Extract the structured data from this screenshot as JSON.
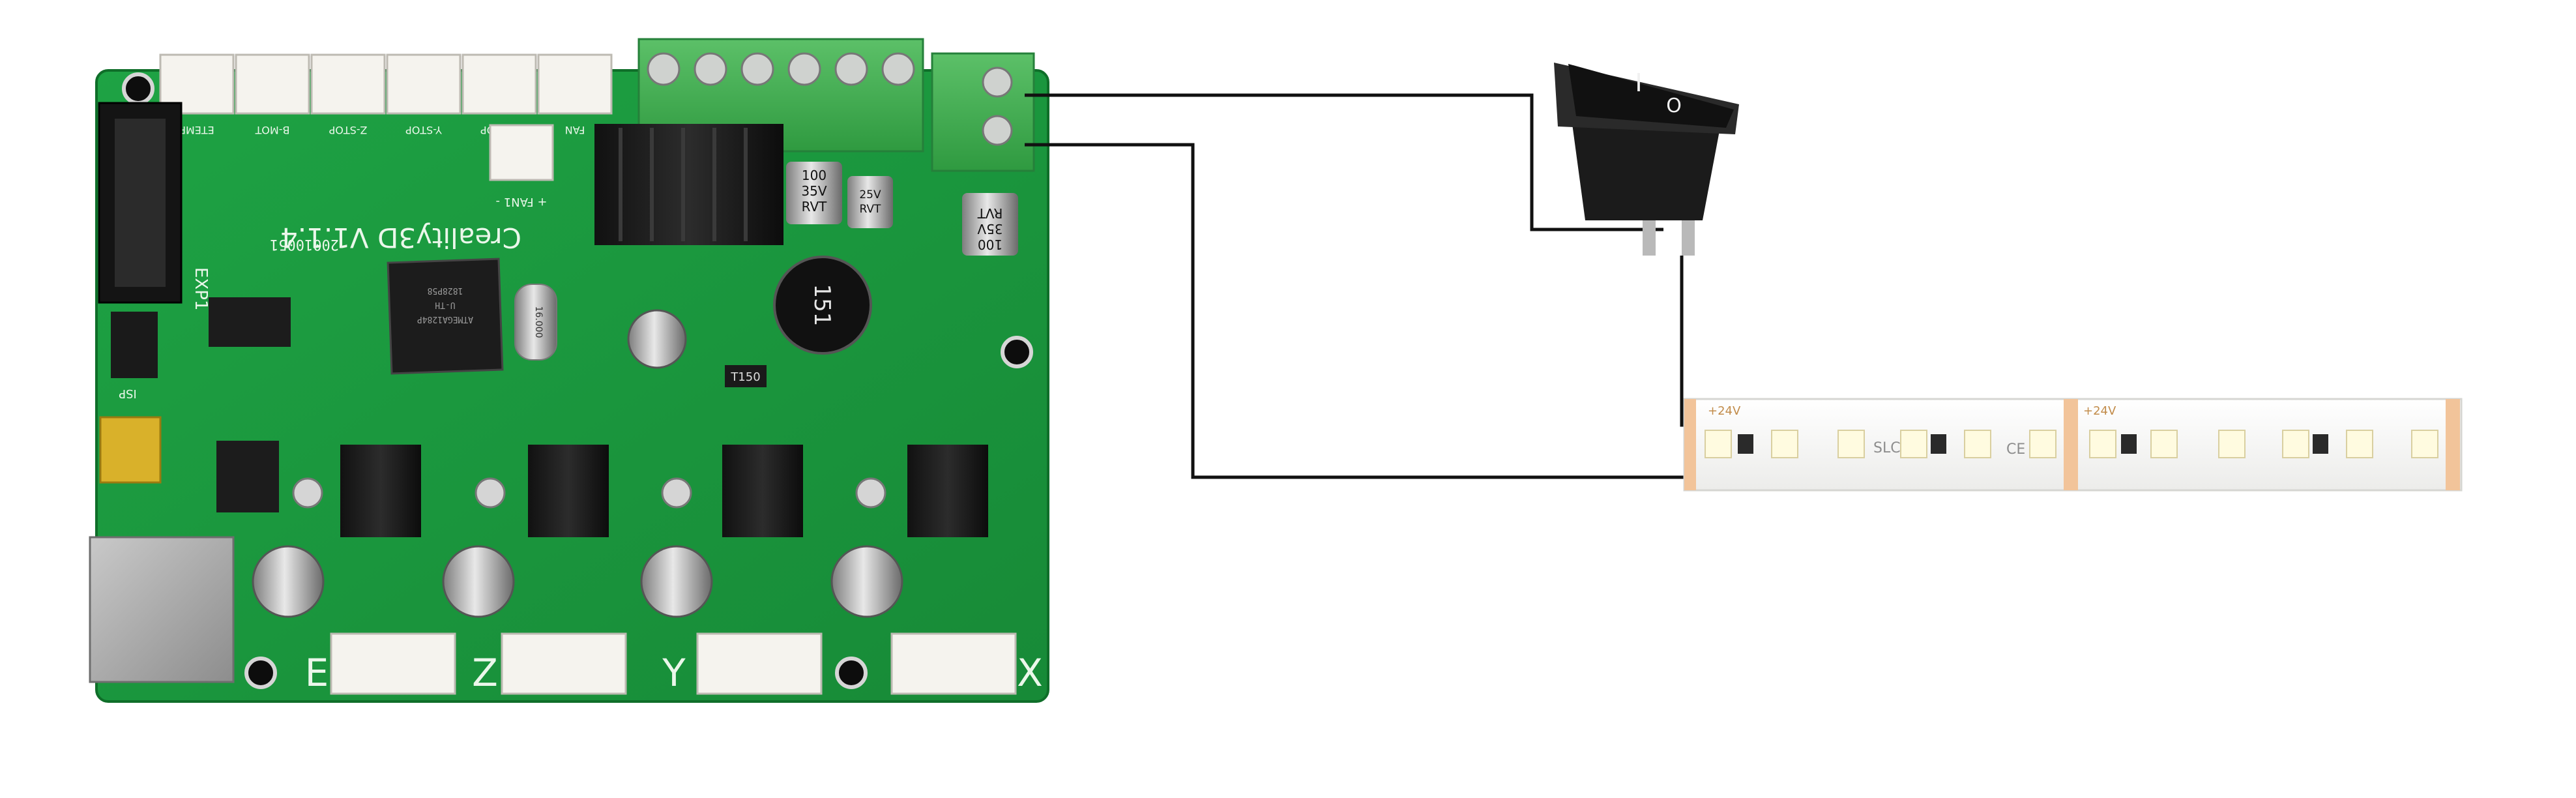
{
  "board": {
    "name": "Creality3D V1.1.4",
    "date_code": "20010051",
    "exp_label": "EXP1",
    "isp_label": "ISP",
    "fan_label": "+ FAN1 -",
    "top_connectors": [
      "ETEMP",
      "B-MOT",
      "Z-STOP",
      "Y-STOP",
      "X-STOP",
      "FAN"
    ],
    "axis_labels": [
      "E",
      "Z",
      "Y",
      "X"
    ],
    "mcu_text": [
      "ATMEGA1284P",
      "U-TH",
      "1828P58"
    ],
    "crystal_text": "16.000",
    "inductor_text": "151",
    "diode_text": "T150",
    "capacitor_big": [
      "100",
      "35V",
      "RVT"
    ],
    "capacitor_small": [
      "25V",
      "RVT"
    ],
    "capacitor_top": [
      "100",
      "35V",
      "RVT"
    ]
  },
  "switch": {
    "on_symbol": "I",
    "off_symbol": "O"
  },
  "led_strip": {
    "voltage_label": "+24V",
    "mark_text": "SLC",
    "ce_text": "CE"
  },
  "colors": {
    "pcb": "#1a9a3c",
    "pcb_dark": "#127a2e",
    "terminal_green": "#3aa84a",
    "wire": "#111111",
    "strip": "#f4f4f0",
    "strip_edge": "#f0c9a0",
    "led": "#fffbe0"
  }
}
